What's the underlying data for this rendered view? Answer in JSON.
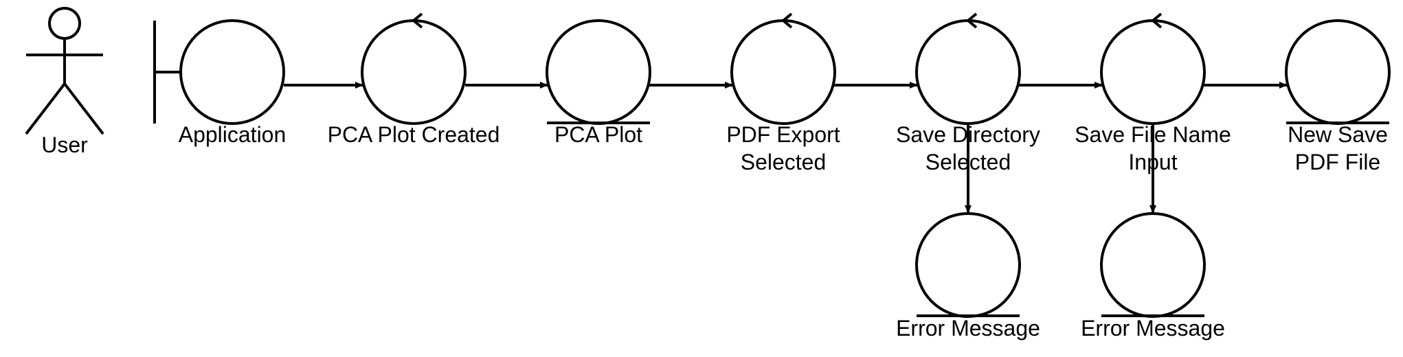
{
  "diagram": {
    "colors": {
      "line": "#000000",
      "background": "#ffffff"
    },
    "actor": {
      "label": "User"
    },
    "boundary": {
      "label": "Application"
    },
    "controls": [
      {
        "label_lines": [
          "PCA Plot Created"
        ]
      },
      {
        "label_lines": [
          "PDF Export",
          "Selected"
        ]
      },
      {
        "label_lines": [
          "Save Directory",
          "Selected"
        ]
      },
      {
        "label_lines": [
          "Save File Name",
          "Input"
        ]
      }
    ],
    "entities": [
      {
        "label_lines": [
          "PCA Plot"
        ]
      },
      {
        "label_lines": [
          "New Save",
          "PDF File"
        ]
      },
      {
        "label_lines": [
          "Error Message"
        ]
      },
      {
        "label_lines": [
          "Error Message"
        ]
      }
    ],
    "flows": [
      {
        "from": "Application",
        "to": "PCA Plot Created"
      },
      {
        "from": "PCA Plot Created",
        "to": "PCA Plot"
      },
      {
        "from": "PCA Plot",
        "to": "PDF Export Selected"
      },
      {
        "from": "PDF Export Selected",
        "to": "Save Directory Selected"
      },
      {
        "from": "Save Directory Selected",
        "to": "Save File Name Input"
      },
      {
        "from": "Save File Name Input",
        "to": "New Save PDF File"
      },
      {
        "from": "Save Directory Selected",
        "to": "Error Message"
      },
      {
        "from": "Save File Name Input",
        "to": "Error Message"
      }
    ]
  }
}
